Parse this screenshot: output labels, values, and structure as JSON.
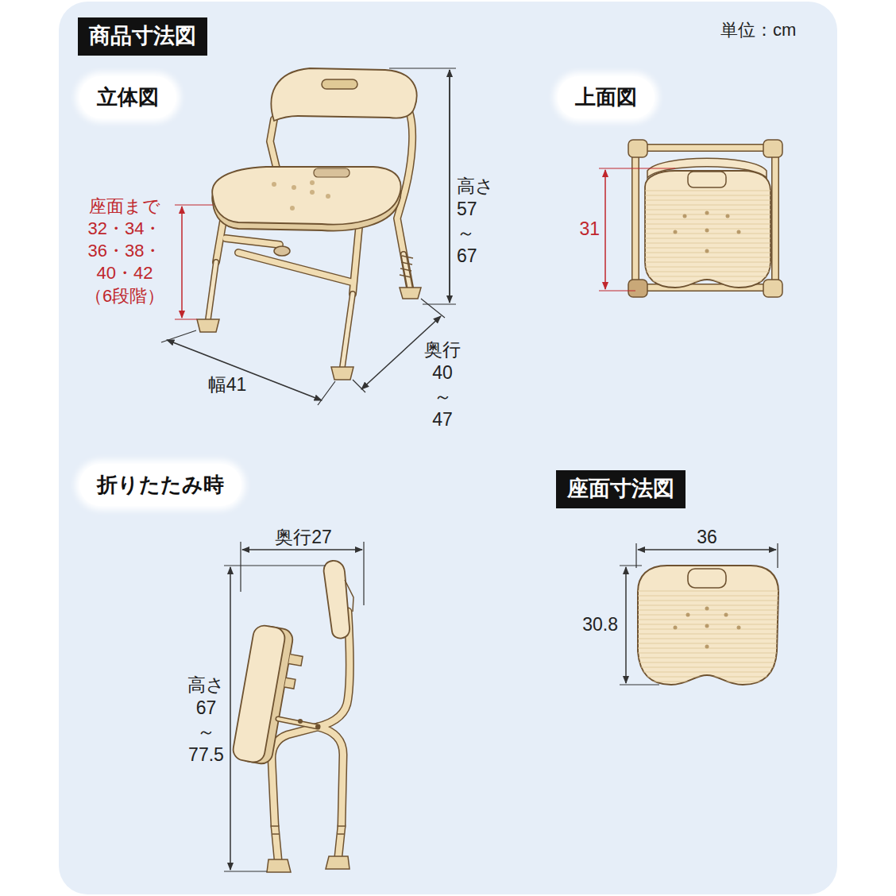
{
  "diagram": {
    "nodes": [
      {
        "text": [
          "商品寸法図"
        ]
      },
      {
        "text": [
          "立体図"
        ]
      },
      {
        "text": [
          "上面図"
        ]
      },
      {
        "text": [
          "折りたたみ時"
        ]
      },
      {
        "text": [
          "座面寸法図"
        ]
      }
    ],
    "edges": [],
    "labels": [
      "単位：cm",
      "座面まで 32・34・ 36・38・ 40・42 （6段階）",
      "高さ 57～67",
      "幅41",
      "奥行 40～47",
      "31",
      "奥行27",
      "高さ 67～77.5",
      "36",
      "30.8"
    ]
  }
}
